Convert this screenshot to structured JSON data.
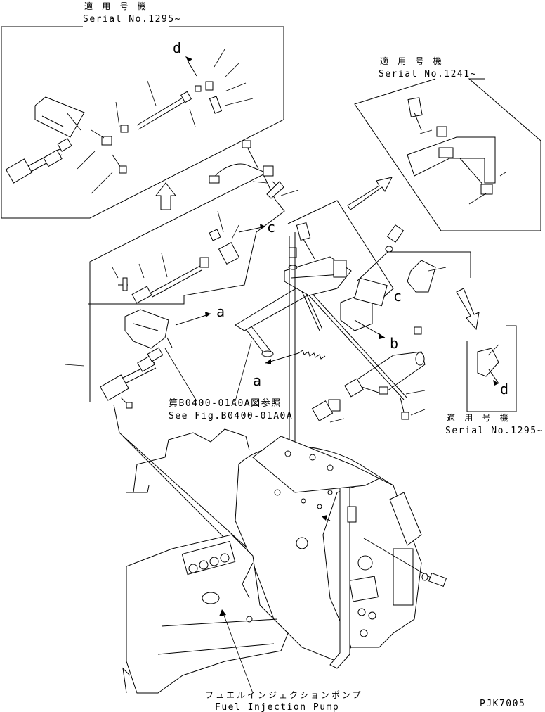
{
  "labels": {
    "serial_top_jp": "適 用 号 機",
    "serial_top": "Serial No.1295~",
    "serial_right_jp": "適 用 号 機",
    "serial_right": "Serial No.1241~",
    "serial_bottom_jp": "適 用 号 機",
    "serial_bottom": "Serial No.1295~",
    "see_fig_jp": "第B0400-01A0A図参照",
    "see_fig": "See Fig.B0400-01A0A",
    "fuel_pump_jp": "フュエルインジェクションポンプ",
    "fuel_pump": "Fuel Injection Pump",
    "drawing_code": "PJK7005"
  },
  "refs": {
    "a1": "a",
    "a2": "a",
    "b1": "b",
    "b2": "b",
    "c1": "c",
    "c2": "c",
    "d1": "d",
    "d2": "d"
  }
}
